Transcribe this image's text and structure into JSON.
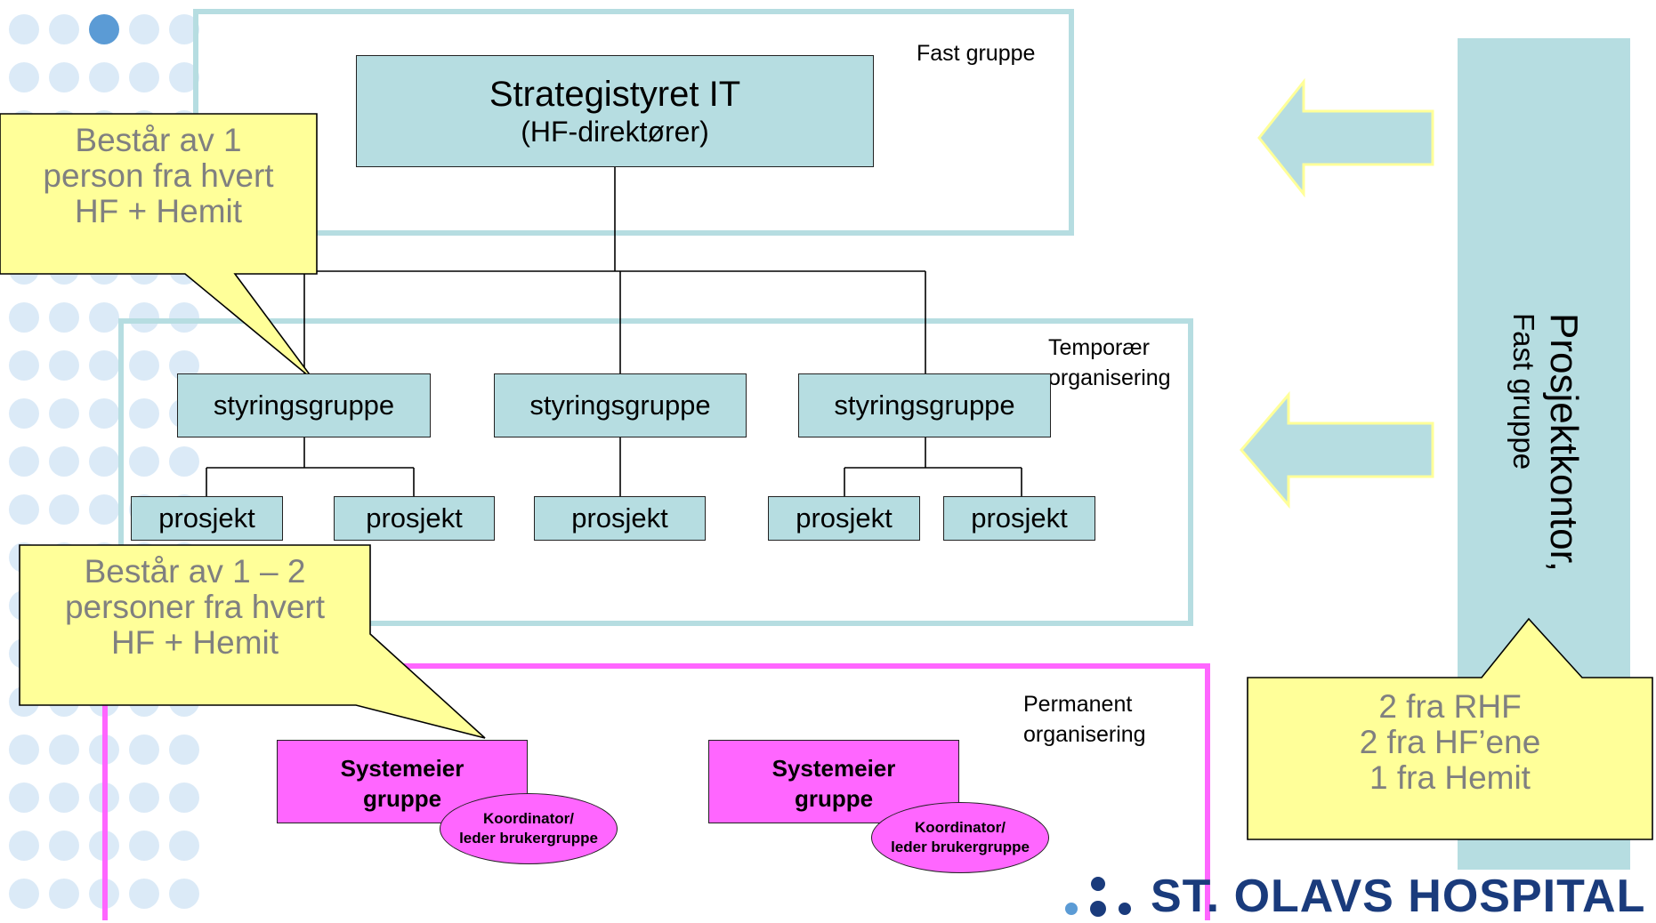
{
  "top": {
    "title": "Strategistyret IT",
    "subtitle": "(HF-direktører)",
    "group_label": "Fast gruppe"
  },
  "temp": {
    "label_line1": "Temporær",
    "label_line2": "organisering"
  },
  "perm": {
    "label_line1": "Permanent",
    "label_line2": "organisering"
  },
  "steering_groups": [
    "styringsgruppe",
    "styringsgruppe",
    "styringsgruppe"
  ],
  "projects": [
    "prosjekt",
    "prosjekt",
    "prosjekt",
    "prosjekt",
    "prosjekt"
  ],
  "system_owner_groups": [
    {
      "line1": "Systemeier",
      "line2": "gruppe",
      "coordinator_line1": "Koordinator/",
      "coordinator_line2": "leder brukergruppe"
    },
    {
      "line1": "Systemeier",
      "line2": "gruppe",
      "coordinator_line1": "Koordinator/",
      "coordinator_line2": "leder brukergruppe"
    }
  ],
  "callouts": {
    "steering": {
      "line1": "Består av 1",
      "line2": "person fra hvert",
      "line3": "HF + Hemit"
    },
    "system": {
      "line1": "Består av 1 – 2",
      "line2": "personer fra hvert",
      "line3": "HF + Hemit"
    },
    "office": {
      "line1": "2 fra RHF",
      "line2": "2 fra HF’ene",
      "line3": "1 fra Hemit"
    }
  },
  "project_office": {
    "title": "Prosjektkontor,",
    "subtitle": "Fast gruppe"
  },
  "logo": {
    "text": "ST. OLAVS HOSPITAL"
  },
  "colors": {
    "teal": "#b6dde1",
    "magenta": "#ff66ff",
    "yellow": "#ffff99",
    "dots": "#dbeaf7",
    "dot_accent": "#5b9bd5",
    "logo_blue": "#1a3b7c"
  }
}
